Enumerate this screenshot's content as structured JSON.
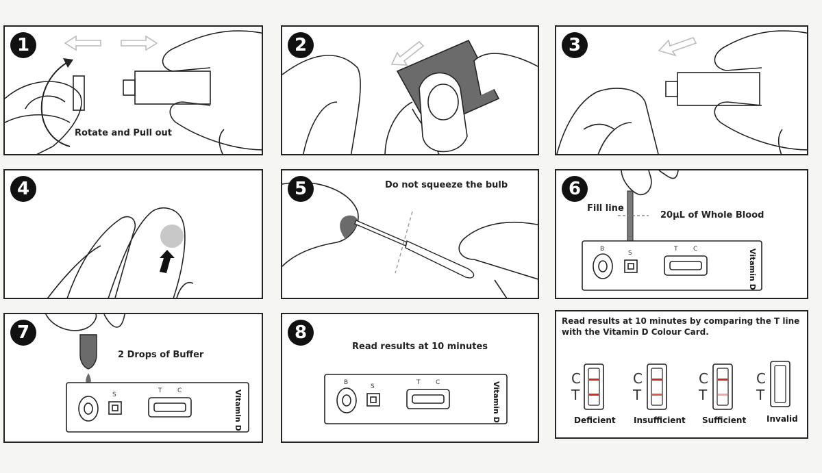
{
  "steps": [
    {
      "number": "1",
      "caption": "Rotate and Pull out"
    },
    {
      "number": "2",
      "caption": ""
    },
    {
      "number": "3",
      "caption": ""
    },
    {
      "number": "4",
      "caption": ""
    },
    {
      "number": "5",
      "caption": "Do not squeeze the bulb"
    },
    {
      "number": "6",
      "caption_fill": "Fill line",
      "caption_volume": "20µL of Whole Blood"
    },
    {
      "number": "7",
      "caption": "2 Drops of Buffer"
    },
    {
      "number": "8",
      "caption": "Read results at 10 minutes"
    }
  ],
  "cassette": {
    "brand": "Vitamin D",
    "well_buffer": "B",
    "well_sample": "S",
    "line_t": "T",
    "line_c": "C"
  },
  "results": {
    "instruction": "Read results at 10 minutes by comparing the T line with the Vitamin D Colour Card.",
    "items": [
      {
        "label": "Deficient",
        "c": "C",
        "t": "T",
        "c_line": "#d4262e",
        "t_line": "#d4262e"
      },
      {
        "label": "Insufficient",
        "c": "C",
        "t": "T",
        "c_line": "#d4262e",
        "t_line": "#e0575c"
      },
      {
        "label": "Sufficient",
        "c": "C",
        "t": "T",
        "c_line": "#d4262e",
        "t_line": "#f0a9ab"
      },
      {
        "label": "Invalid",
        "c": "C",
        "t": "T",
        "c_line": "",
        "t_line": ""
      }
    ]
  }
}
